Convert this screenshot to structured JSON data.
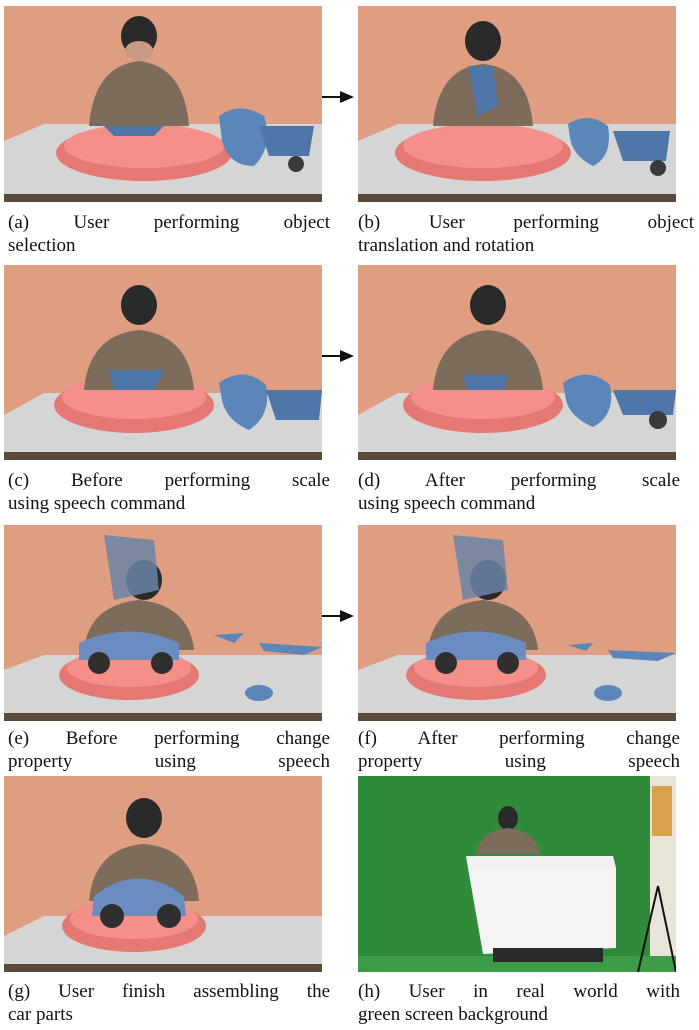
{
  "figure": {
    "panels": [
      {
        "id": "a",
        "label": "(a)",
        "line1": "(a)  User  performing  object",
        "line2": "selection",
        "scene": "peach"
      },
      {
        "id": "b",
        "label": "(b)",
        "line1": "(b)  User  performing  object",
        "line2": "translation and rotation",
        "scene": "peach"
      },
      {
        "id": "c",
        "label": "(c)",
        "line1": "(c) Before performing scale",
        "line2": "using speech command",
        "scene": "peach"
      },
      {
        "id": "d",
        "label": "(d)",
        "line1": "(d)  After  performing  scale",
        "line2": "using speech command",
        "scene": "peach"
      },
      {
        "id": "e",
        "label": "(e)",
        "line1": "(e) Before performing change",
        "line2": "property        using        speech",
        "scene": "peach-car"
      },
      {
        "id": "f",
        "label": "(f)",
        "line1": "(f)  After  performing  change",
        "line2": "property        using        speech",
        "scene": "peach-car"
      },
      {
        "id": "g",
        "label": "(g)",
        "line1": "(g) User finish assembling the",
        "line2": "car parts",
        "scene": "peach-car-assembled"
      },
      {
        "id": "h",
        "label": "(h)",
        "line1": "(h)  User  in  real  world  with",
        "line2": "green screen background",
        "scene": "green-screen"
      }
    ],
    "colors": {
      "background_peach": "#df9e82",
      "platform_pink": "#f08a84",
      "table_gray": "#c9c9c9",
      "parts_blue": "#5b86ba",
      "green_screen": "#2f8a3a",
      "arrow": "#111111"
    }
  }
}
